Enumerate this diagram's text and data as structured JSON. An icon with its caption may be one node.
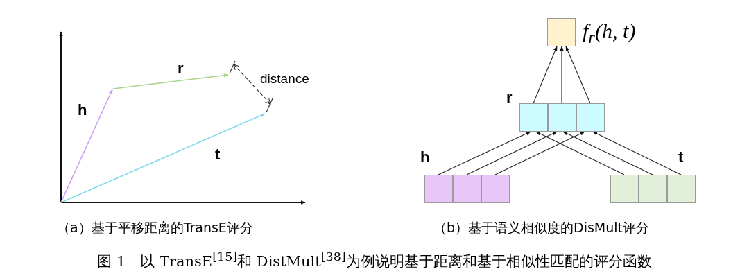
{
  "diagram": {
    "caption": "图 1　以 TransE$^{[15]}$和 DistMult$^{[38]}$为例说明基于距离和基于相似性匹配的评分函数",
    "nodes": [
      {
        "text": [],
        "shape": "box",
        "beside": [
          "f$_{r}$(h, t)"
        ]
      },
      {
        "text": [],
        "shape": "box"
      },
      {
        "text": [],
        "shape": "box"
      },
      {
        "text": [],
        "shape": "box"
      },
      {
        "text": [],
        "shape": "box"
      },
      {
        "text": [],
        "shape": "box"
      },
      {
        "text": [],
        "shape": "box"
      },
      {
        "text": [],
        "shape": "box"
      },
      {
        "text": [],
        "shape": "box"
      },
      {
        "text": [],
        "shape": "box"
      }
    ],
    "edges": [
      {
        "from": 1,
        "to": 0,
        "arrow": "to"
      },
      {
        "from": 2,
        "to": 0,
        "arrow": "to"
      },
      {
        "from": 3,
        "to": 0,
        "arrow": "to"
      },
      {
        "from": 4,
        "to": 1,
        "arrow": "to"
      },
      {
        "from": 5,
        "to": 2,
        "arrow": "to"
      },
      {
        "from": 6,
        "to": 3,
        "arrow": "to"
      },
      {
        "from": 7,
        "to": 1,
        "arrow": "to"
      },
      {
        "from": 8,
        "to": 2,
        "arrow": "to"
      },
      {
        "from": 9,
        "to": 3,
        "arrow": "to"
      }
    ],
    "labels": [
      "r",
      "distance",
      "h",
      "t",
      "r",
      "h",
      "t",
      "（a）基于平移距离的TransE评分",
      "（b）基于语义相似度的DisMult评分"
    ]
  }
}
